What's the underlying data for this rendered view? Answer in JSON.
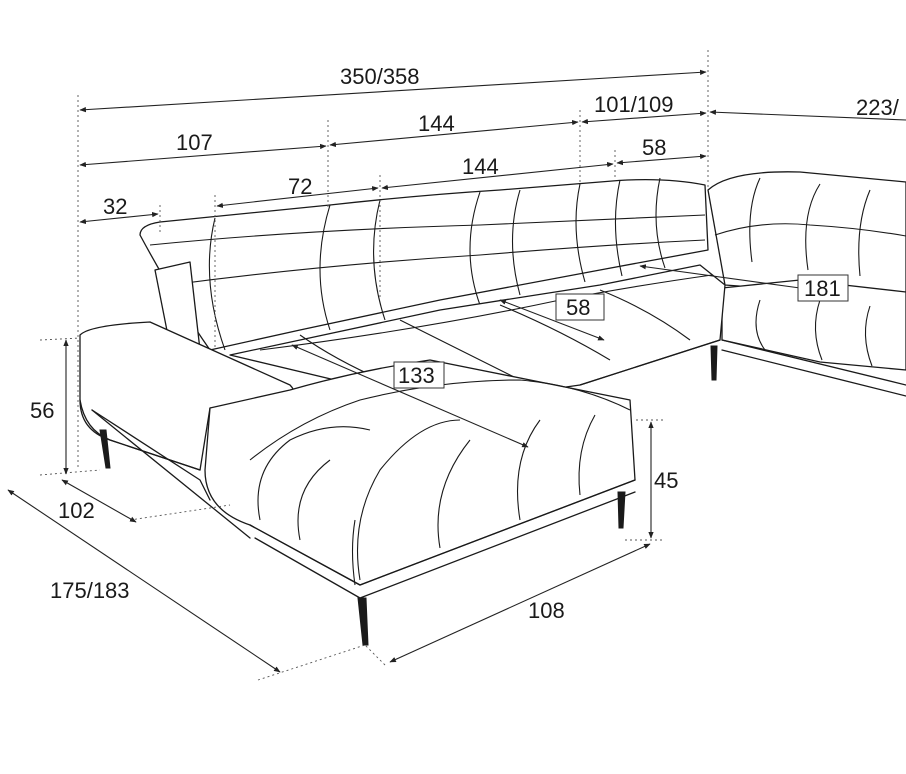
{
  "dimensions": {
    "total_width": "350/358",
    "left_section_width": "107",
    "middle_section_width": "144",
    "right_module_width": "101/109",
    "right_wing_width": "223/",
    "armrest_width": "32",
    "back_cushion_width": "72",
    "middle_cushion_width": "144",
    "corner_module_width": "58",
    "seat_depth_inset": "58",
    "corner_seat_width": "181",
    "chaise_seat_length": "133",
    "back_height": "56",
    "seat_height": "45",
    "chaise_width": "108",
    "armrest_depth": "102",
    "chaise_length": "175/183"
  },
  "colors": {
    "line": "#1a1a1a",
    "background": "#ffffff"
  }
}
